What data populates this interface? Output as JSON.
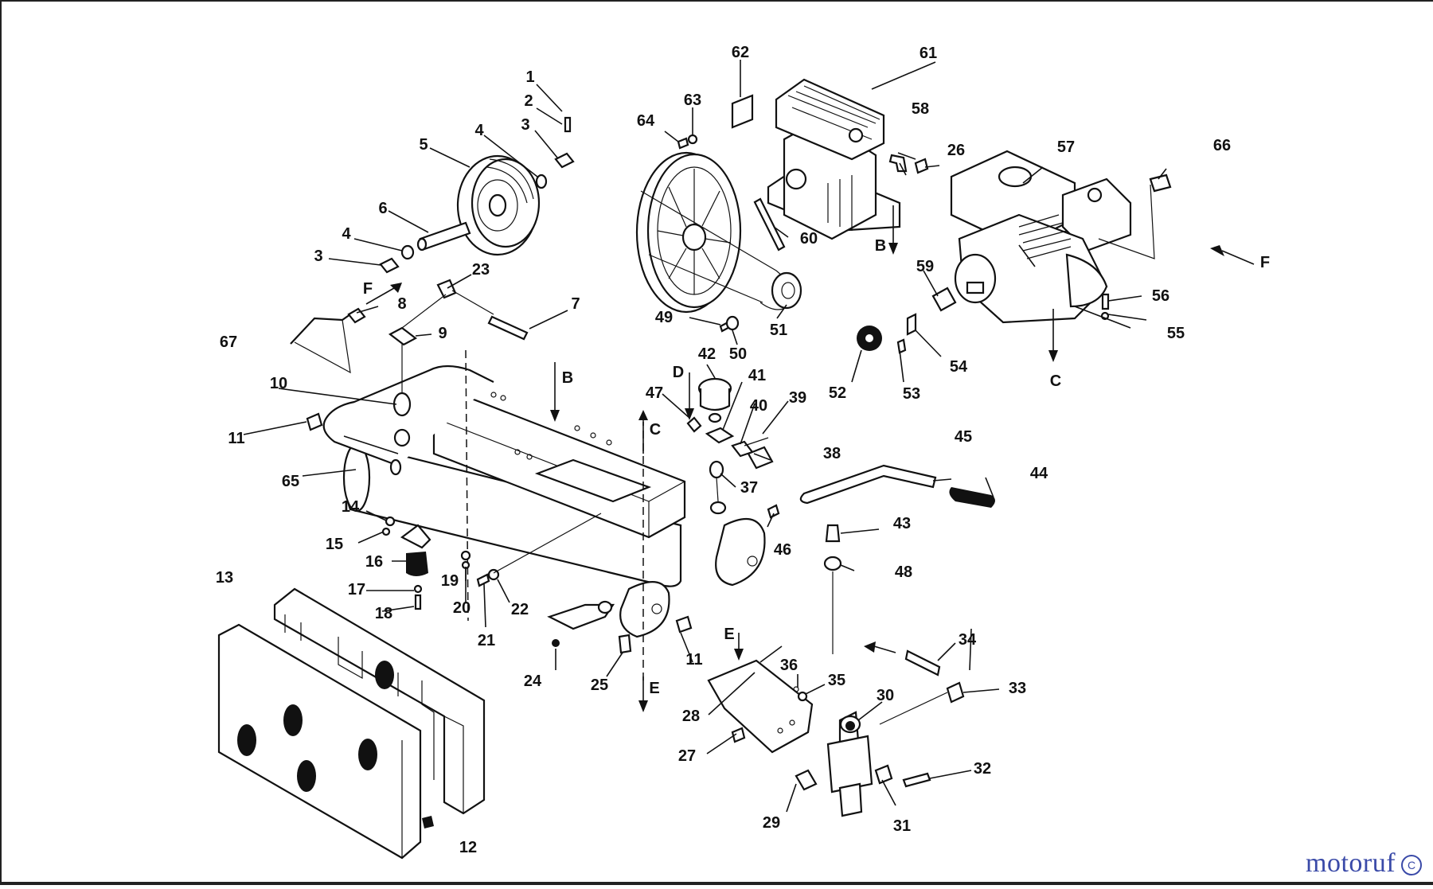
{
  "callouts": [
    {
      "id": "callout-1",
      "text": "1"
    },
    {
      "id": "callout-2",
      "text": "2"
    },
    {
      "id": "callout-3a",
      "text": "3"
    },
    {
      "id": "callout-3b",
      "text": "3"
    },
    {
      "id": "callout-4a",
      "text": "4"
    },
    {
      "id": "callout-4b",
      "text": "4"
    },
    {
      "id": "callout-5",
      "text": "5"
    },
    {
      "id": "callout-6",
      "text": "6"
    },
    {
      "id": "callout-7",
      "text": "7"
    },
    {
      "id": "callout-8",
      "text": "8"
    },
    {
      "id": "callout-9",
      "text": "9"
    },
    {
      "id": "callout-10",
      "text": "10"
    },
    {
      "id": "callout-11a",
      "text": "11"
    },
    {
      "id": "callout-11b",
      "text": "11"
    },
    {
      "id": "callout-12",
      "text": "12"
    },
    {
      "id": "callout-13",
      "text": "13"
    },
    {
      "id": "callout-14",
      "text": "14"
    },
    {
      "id": "callout-15",
      "text": "15"
    },
    {
      "id": "callout-16",
      "text": "16"
    },
    {
      "id": "callout-17",
      "text": "17"
    },
    {
      "id": "callout-18",
      "text": "18"
    },
    {
      "id": "callout-19",
      "text": "19"
    },
    {
      "id": "callout-20",
      "text": "20"
    },
    {
      "id": "callout-21",
      "text": "21"
    },
    {
      "id": "callout-22",
      "text": "22"
    },
    {
      "id": "callout-23",
      "text": "23"
    },
    {
      "id": "callout-24",
      "text": "24"
    },
    {
      "id": "callout-25",
      "text": "25"
    },
    {
      "id": "callout-26",
      "text": "26"
    },
    {
      "id": "callout-27",
      "text": "27"
    },
    {
      "id": "callout-28",
      "text": "28"
    },
    {
      "id": "callout-29",
      "text": "29"
    },
    {
      "id": "callout-30",
      "text": "30"
    },
    {
      "id": "callout-31",
      "text": "31"
    },
    {
      "id": "callout-32",
      "text": "32"
    },
    {
      "id": "callout-33",
      "text": "33"
    },
    {
      "id": "callout-34",
      "text": "34"
    },
    {
      "id": "callout-35",
      "text": "35"
    },
    {
      "id": "callout-36",
      "text": "36"
    },
    {
      "id": "callout-37",
      "text": "37"
    },
    {
      "id": "callout-38",
      "text": "38"
    },
    {
      "id": "callout-39",
      "text": "39"
    },
    {
      "id": "callout-40",
      "text": "40"
    },
    {
      "id": "callout-41",
      "text": "41"
    },
    {
      "id": "callout-42",
      "text": "42"
    },
    {
      "id": "callout-43",
      "text": "43"
    },
    {
      "id": "callout-44",
      "text": "44"
    },
    {
      "id": "callout-45",
      "text": "45"
    },
    {
      "id": "callout-46",
      "text": "46"
    },
    {
      "id": "callout-47",
      "text": "47"
    },
    {
      "id": "callout-48",
      "text": "48"
    },
    {
      "id": "callout-49",
      "text": "49"
    },
    {
      "id": "callout-50",
      "text": "50"
    },
    {
      "id": "callout-51",
      "text": "51"
    },
    {
      "id": "callout-52",
      "text": "52"
    },
    {
      "id": "callout-53",
      "text": "53"
    },
    {
      "id": "callout-54",
      "text": "54"
    },
    {
      "id": "callout-55",
      "text": "55"
    },
    {
      "id": "callout-56",
      "text": "56"
    },
    {
      "id": "callout-57",
      "text": "57"
    },
    {
      "id": "callout-58",
      "text": "58"
    },
    {
      "id": "callout-59",
      "text": "59"
    },
    {
      "id": "callout-60",
      "text": "60"
    },
    {
      "id": "callout-61",
      "text": "61"
    },
    {
      "id": "callout-62",
      "text": "62"
    },
    {
      "id": "callout-63",
      "text": "63"
    },
    {
      "id": "callout-64",
      "text": "64"
    },
    {
      "id": "callout-65",
      "text": "65"
    },
    {
      "id": "callout-66",
      "text": "66"
    },
    {
      "id": "callout-67",
      "text": "67"
    }
  ],
  "flow_letters": [
    {
      "id": "flow-b-upper",
      "text": "B"
    },
    {
      "id": "flow-b-lower",
      "text": "B"
    },
    {
      "id": "flow-c-upper",
      "text": "C"
    },
    {
      "id": "flow-c-lower",
      "text": "C"
    },
    {
      "id": "flow-d",
      "text": "D"
    },
    {
      "id": "flow-e-upper",
      "text": "E"
    },
    {
      "id": "flow-e-lower",
      "text": "E"
    },
    {
      "id": "flow-f-left",
      "text": "F"
    },
    {
      "id": "flow-f-right",
      "text": "F"
    }
  ],
  "watermark": {
    "text": "motoruf",
    "mark": "C"
  },
  "colors": {
    "line": "#111111",
    "background": "#ffffff",
    "watermark": "#3a4aa8"
  }
}
